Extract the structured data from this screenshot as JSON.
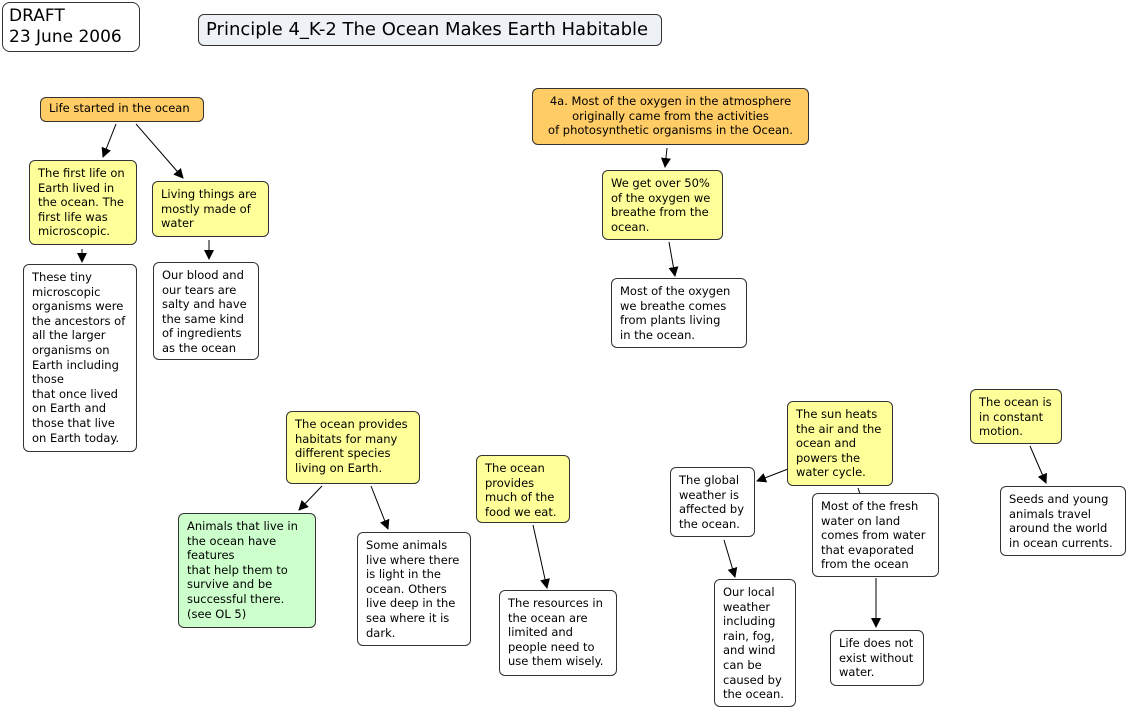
{
  "draft_label": "DRAFT\n23 June 2006",
  "title": "Principle 4_K-2 The Ocean Makes Earth Habitable",
  "nodes": {
    "life_started": "Life started in the ocean",
    "first_life": "The first life on\nEarth lived in\nthe ocean. The\nfirst life was\nmicroscopic.",
    "living_water": "Living things are\nmostly made of\nwater",
    "tiny_organisms": "These tiny\nmicroscopic\norganisms were\nthe ancestors of\nall the larger\norganisms on\nEarth including\nthose\nthat once lived\non Earth and\nthose that live\non Earth today.",
    "blood_tears": "Our blood and\nour tears are\nsalty and have\nthe same kind\nof ingredients\nas the ocean",
    "oxygen_4a": "4a. Most of the oxygen in the atmosphere\noriginally came from the activities\nof photosynthetic organisms in the Ocean.",
    "over_50": "We get over 50%\nof the oxygen we\nbreathe from the\nocean.",
    "plants_ocean": "Most of the oxygen\nwe breathe comes\nfrom plants living\nin the ocean.",
    "habitats": "The ocean provides\nhabitats for many\ndifferent species\nliving on Earth.",
    "features": "Animals that live in\nthe ocean have\nfeatures\nthat help them to\nsurvive and be\nsuccessful there.\n(see OL 5)",
    "light": "Some animals\nlive where there\nis light in the\nocean.  Others\nlive deep in the\nsea where it is\ndark.",
    "food": "The ocean\nprovides\nmuch of the\nfood we eat.",
    "resources": "The resources in\nthe ocean are\nlimited and\npeople need to\nuse them wisely.",
    "sun_heats": "The sun heats\nthe air and the\nocean and\npowers the\nwater cycle.",
    "global_weather": "The global\nweather is\naffected by\nthe ocean.",
    "local_weather": "Our local\nweather\nincluding\nrain, fog,\nand wind\ncan be\ncaused by\nthe ocean.",
    "fresh_water": "Most of the fresh\nwater on land\ncomes from water\nthat evaporated\nfrom the ocean",
    "no_life": "Life does not\nexist without\nwater.",
    "constant_motion": "The ocean is\nin constant\nmotion.",
    "seeds": "Seeds and young\nanimals travel\naround the world\nin ocean currents."
  },
  "colors": {
    "orange": "#ffcc66",
    "yellow": "#ffff99",
    "green": "#ccffcc",
    "white": "#ffffff",
    "title_bg": "#eef2f6"
  }
}
